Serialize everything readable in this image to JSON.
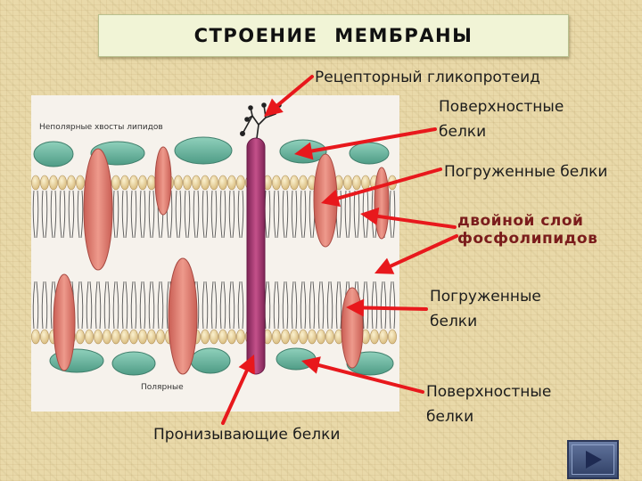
{
  "title": "СТРОЕНИЕ  МЕМБРАНЫ",
  "figure": {
    "label_top_left": "Неполярные хвосты липидов",
    "label_bottom": "Полярные"
  },
  "labels": {
    "receptor": "Рецепторный гликопротеид",
    "surface_top_1": "Поверхностные",
    "surface_top_2": "белки",
    "submerged_top": "Погруженные белки",
    "bilayer_1": "двойной слой",
    "bilayer_2": "фосфолипидов",
    "submerged_bottom_1": "Погруженные",
    "submerged_bottom_2": "белки",
    "surface_bottom_1": "Поверхностные",
    "surface_bottom_2": "белки",
    "piercing": "Пронизывающие белки"
  },
  "nav": {
    "icon": "play-next-icon"
  },
  "colors": {
    "arrow": "#e8181c",
    "head": "#e9d79a",
    "surface_protein": "#69b59f",
    "submerged_protein": "#e07d6f",
    "piercing_protein": "#a23a6e"
  }
}
